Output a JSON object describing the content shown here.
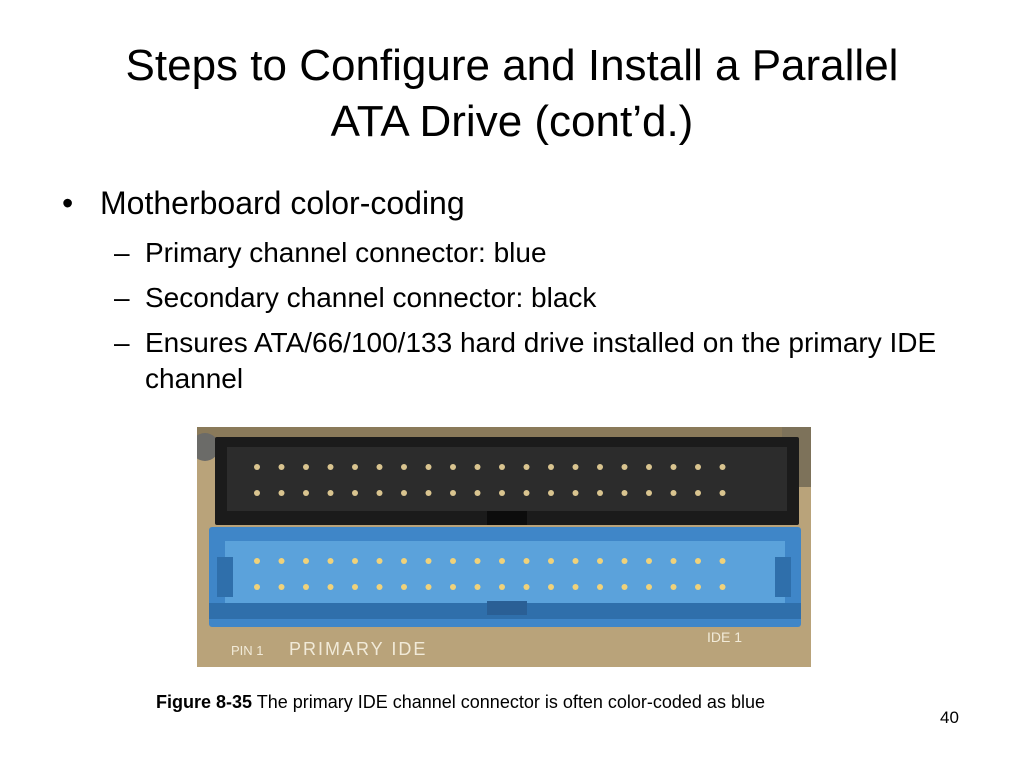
{
  "slide": {
    "title_line1": "Steps to Configure and Install a Parallel",
    "title_line2": "ATA Drive (cont’d.)",
    "bullet_marker": "•",
    "sub_marker": "–",
    "bullet": "Motherboard color-coding",
    "subbullets": [
      {
        "text": "Primary channel connector: blue"
      },
      {
        "text": "Secondary channel connector: black"
      },
      {
        "text": "Ensures ATA/66/100/133 hard drive installed on the primary IDE channel"
      }
    ],
    "photo": {
      "label_pin": "PIN 1",
      "label_primary": "PRIMARY IDE",
      "label_ide": "IDE 1",
      "connector_colors": {
        "primary": "#3f86c8",
        "secondary": "#1b1b1b",
        "board": "#b9a37a"
      }
    },
    "caption_figure": "Figure 8-35",
    "caption_text": " The primary IDE channel connector is often color-coded as blue",
    "page_number": "40"
  }
}
